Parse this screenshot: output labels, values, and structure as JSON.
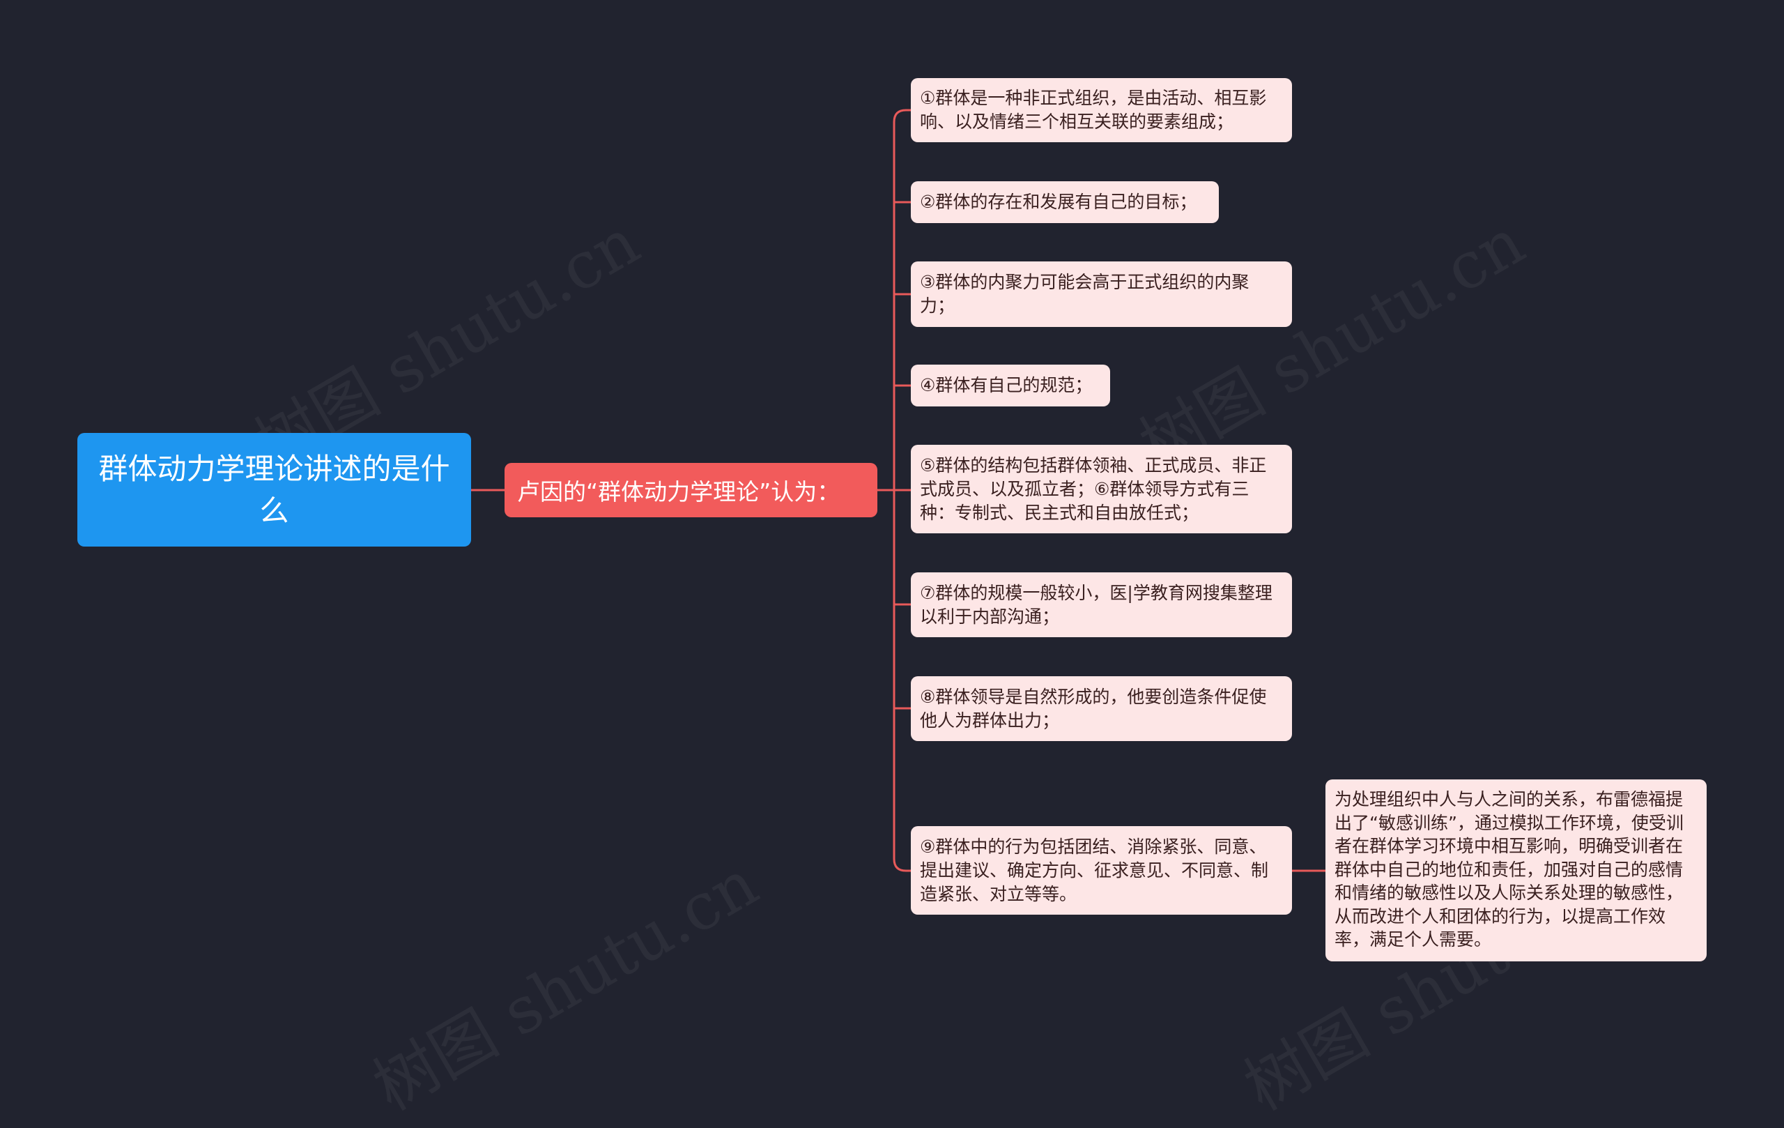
{
  "root": {
    "label": "群体动力学理论讲述的是什么"
  },
  "branch": {
    "label": "卢因的“群体动力学理论”认为："
  },
  "points": [
    "①群体是一种非正式组织，是由活动、相互影响、以及情绪三个相互关联的要素组成；",
    "②群体的存在和发展有自己的目标；",
    "③群体的内聚力可能会高于正式组织的内聚力；",
    "④群体有自己的规范；",
    "⑤群体的结构包括群体领袖、正式成员、非正式成员、以及孤立者；⑥群体领导方式有三种：专制式、民主式和自由放任式；",
    "⑦群体的规模一般较小，医|学教育网搜集整理以利于内部沟通；",
    "⑧群体领导是自然形成的，他要创造条件促使他人为群体出力；",
    "⑨群体中的行为包括团结、消除紧张、同意、提出建议、确定方向、征求意见、不同意、制造紧张、对立等等。"
  ],
  "detail": {
    "text": "为处理组织中人与人之间的关系，布雷德福提出了“敏感训练”，通过模拟工作环境，使受训者在群体学习环境中相互影响，明确受训者在群体中自己的地位和责任，加强对自己的感情和情绪的敏感性以及人际关系处理的敏感性，从而改进个人和团体的行为，以提高工作效率，满足个人需要。"
  },
  "watermark": "树图 shutu.cn",
  "colors": {
    "background": "#21232f",
    "root": "#1e96f0",
    "branch": "#f25b5b",
    "leaf": "#fde6e6",
    "connector": "#e85a5a"
  }
}
